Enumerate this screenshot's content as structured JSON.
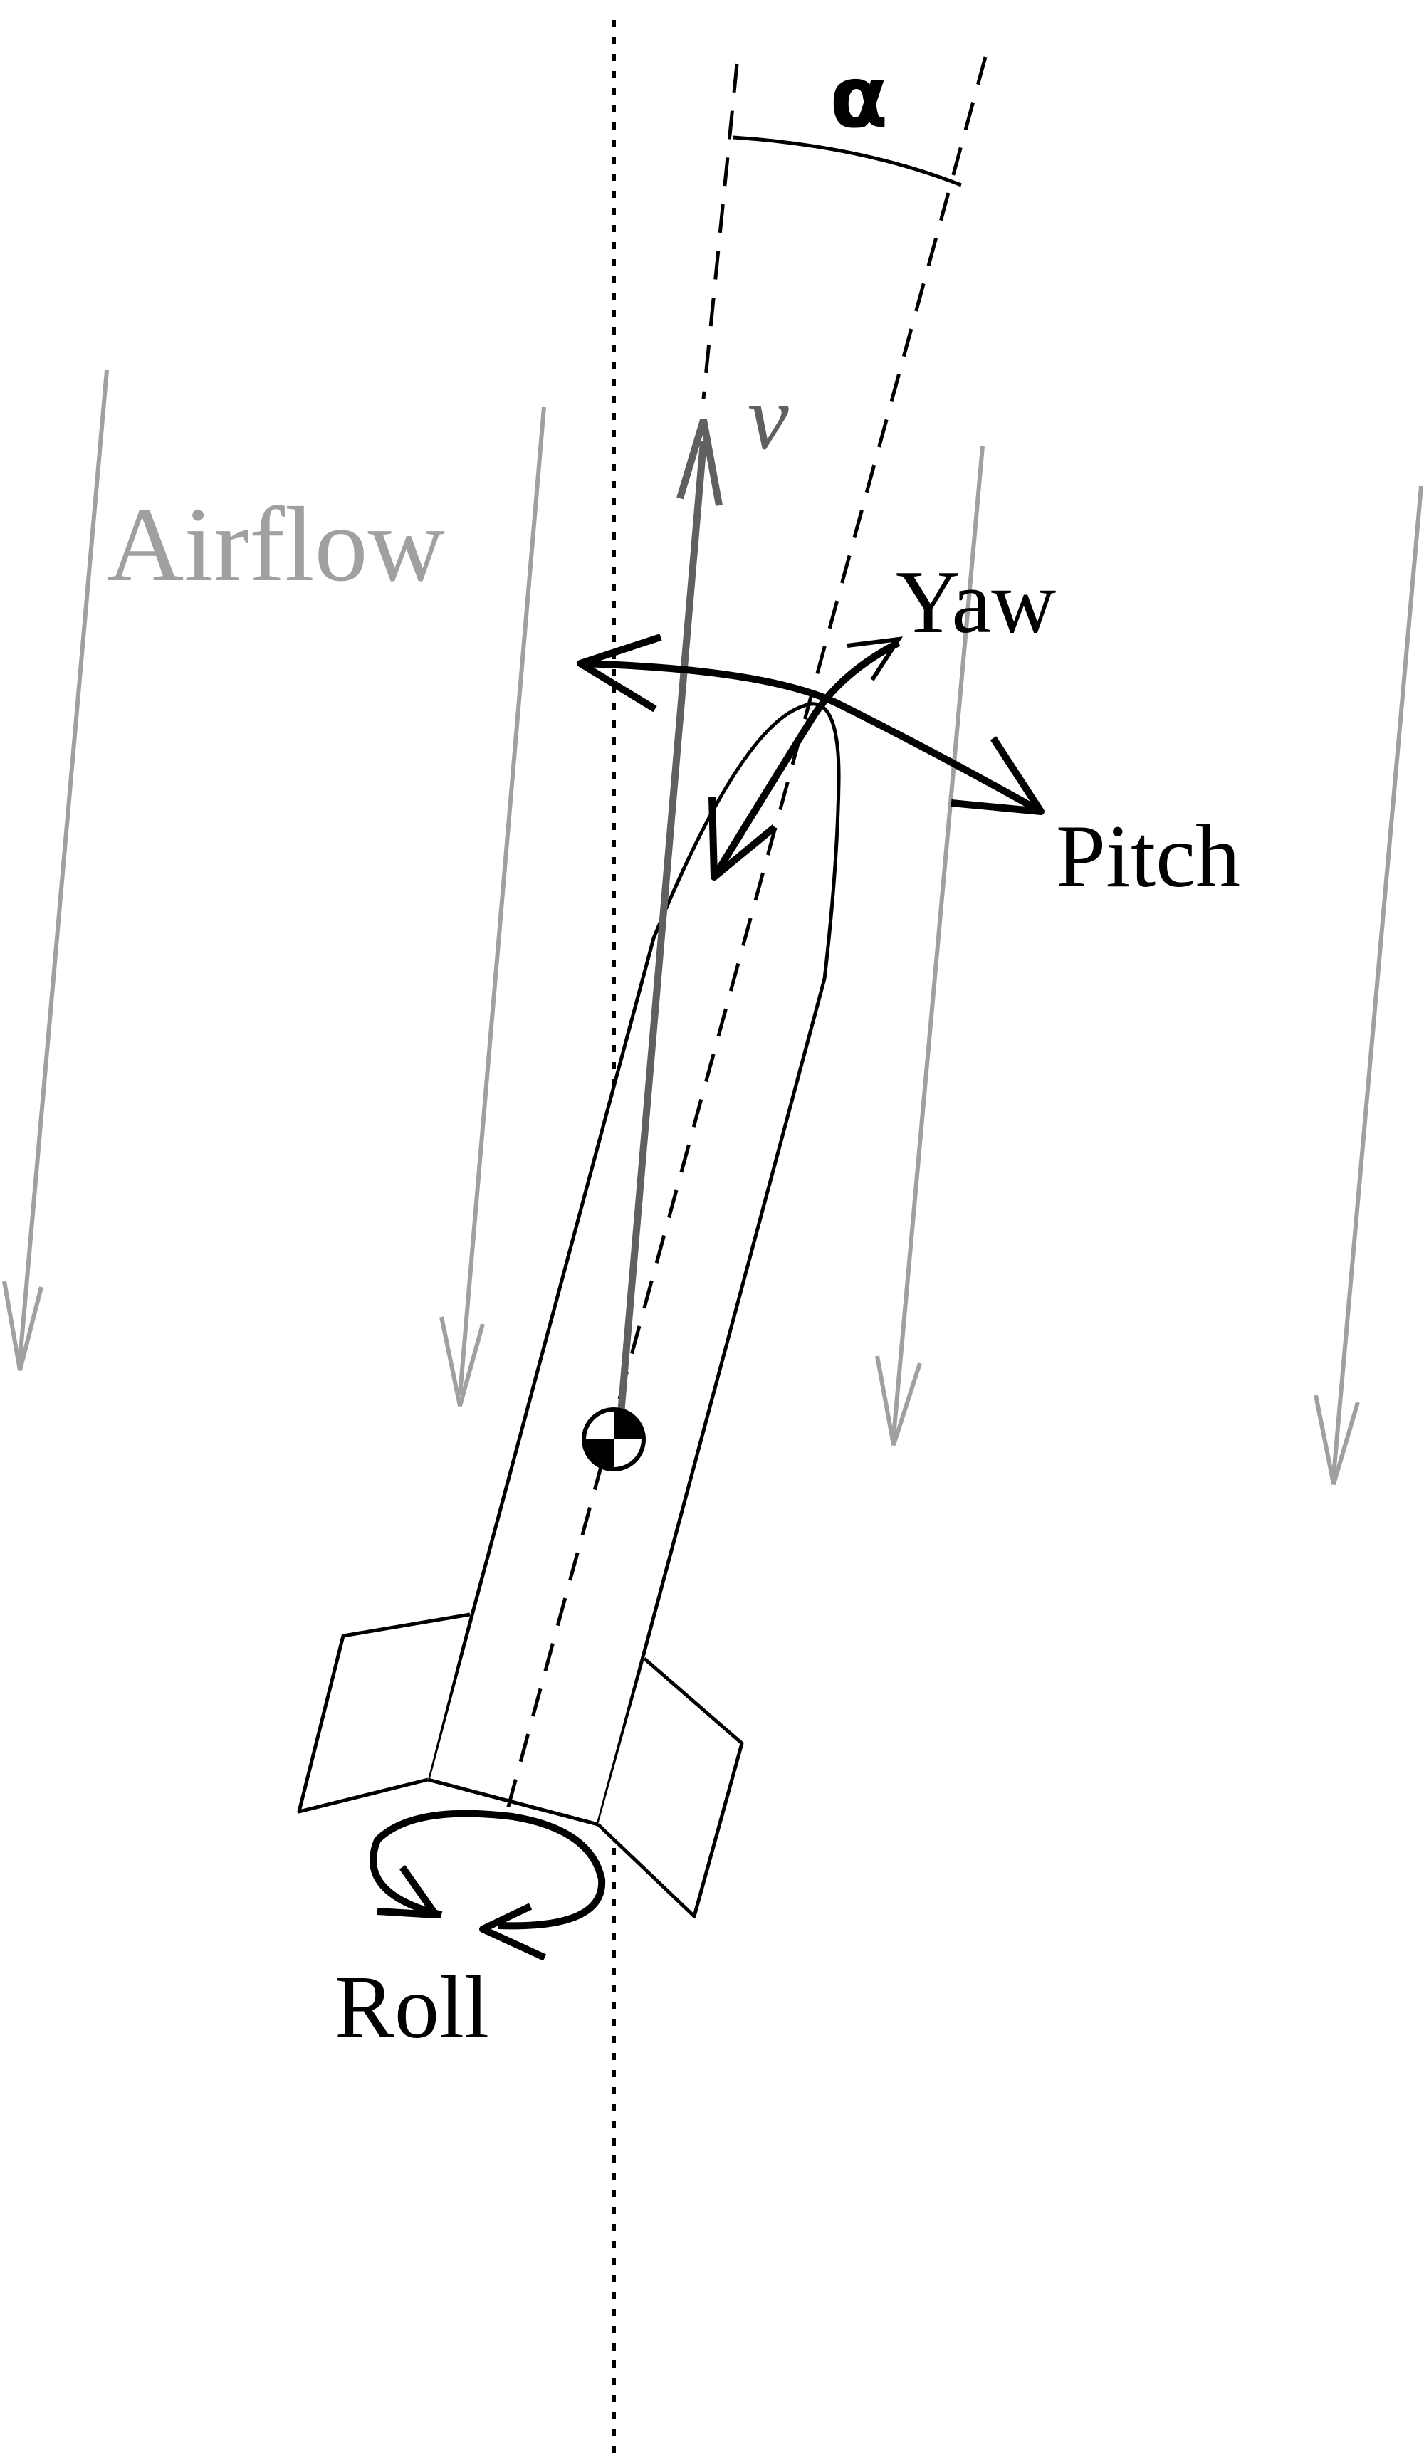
{
  "labels": {
    "airflow": "Airflow",
    "velocity": "v",
    "angle": "α",
    "yaw": "Yaw",
    "pitch": "Pitch",
    "roll": "Roll"
  },
  "colors": {
    "airflow": "#a0a0a0",
    "velocity": "#606060",
    "outline": "#000000",
    "background": "#ffffff"
  },
  "icons": {
    "center_of_gravity": "cg-marker-icon"
  }
}
